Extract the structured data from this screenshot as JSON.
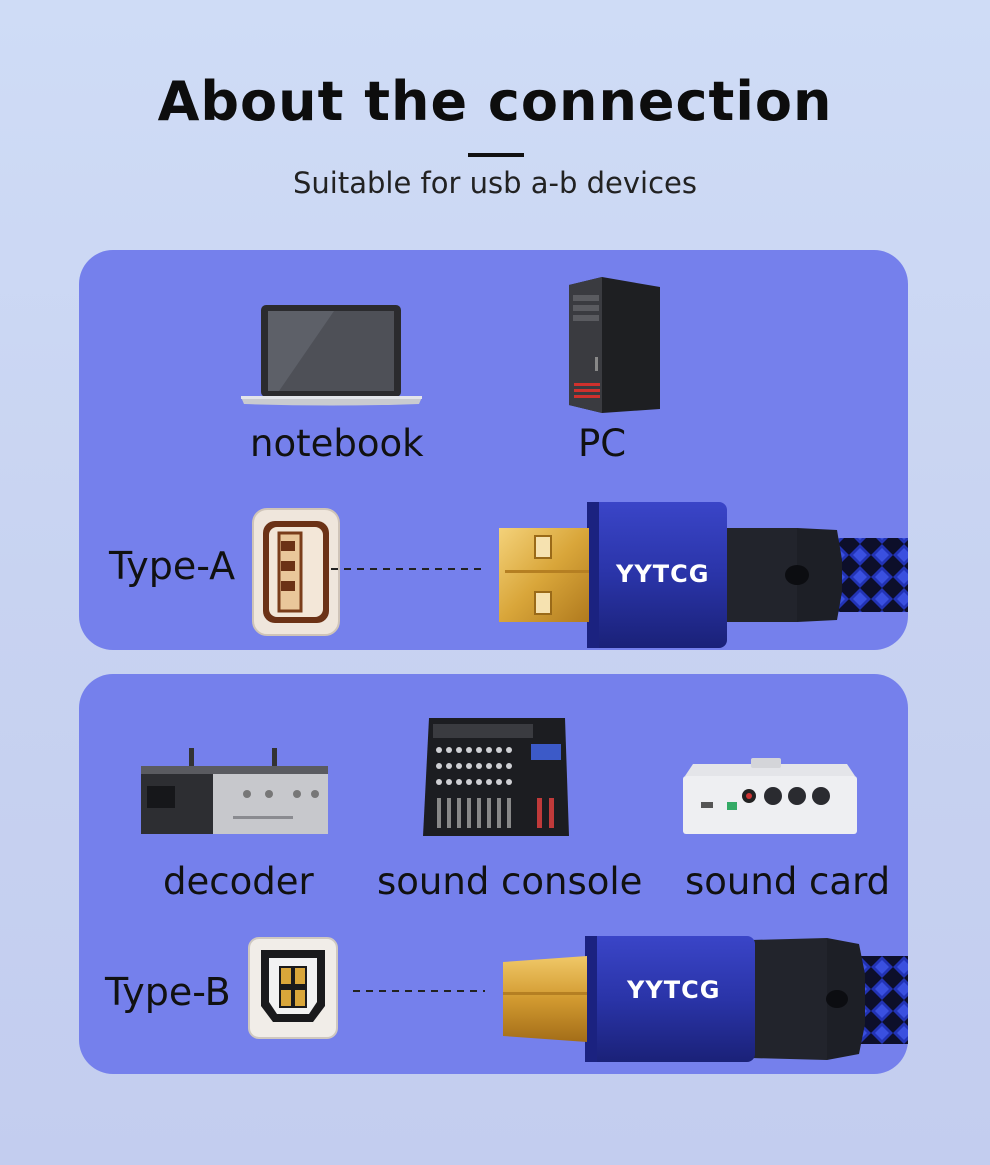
{
  "header": {
    "title": "About the connection",
    "subtitle": "Suitable for usb a-b devices"
  },
  "panel_a": {
    "devices": [
      {
        "label": "notebook",
        "icon": "laptop-icon"
      },
      {
        "label": "PC",
        "icon": "pc-tower-icon"
      }
    ],
    "port_label": "Type-A",
    "port_icon": "usb-type-a-port-icon",
    "brand": "YYTCG"
  },
  "panel_b": {
    "devices": [
      {
        "label": "decoder",
        "icon": "decoder-icon"
      },
      {
        "label": "sound console",
        "icon": "mixer-console-icon"
      },
      {
        "label": "sound card",
        "icon": "sound-card-icon"
      }
    ],
    "port_label": "Type-B",
    "port_icon": "usb-type-b-port-icon",
    "brand": "YYTCG"
  },
  "colors": {
    "background": "#cbd6f3",
    "panel": "#7580ec",
    "connector_blue": "#2a34a8",
    "gold": "#d9a63a"
  }
}
